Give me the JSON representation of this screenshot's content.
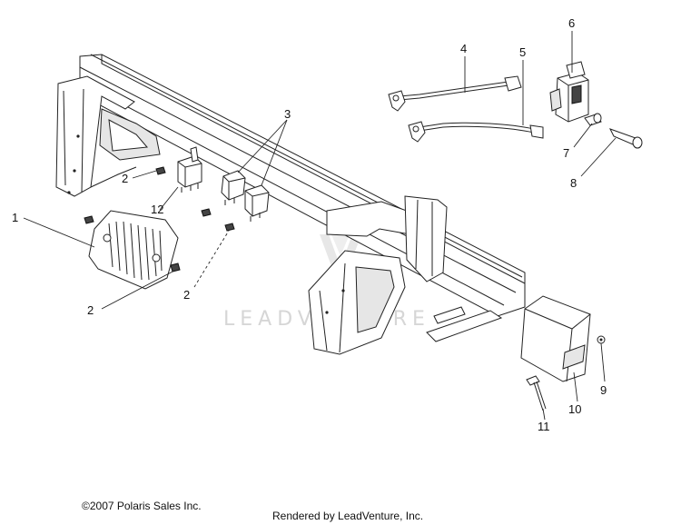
{
  "diagram": {
    "callouts": [
      {
        "id": "c1",
        "label": "1"
      },
      {
        "id": "c2a",
        "label": "2"
      },
      {
        "id": "c2b",
        "label": "2"
      },
      {
        "id": "c2c",
        "label": "2"
      },
      {
        "id": "c3",
        "label": "3"
      },
      {
        "id": "c4",
        "label": "4"
      },
      {
        "id": "c5",
        "label": "5"
      },
      {
        "id": "c6",
        "label": "6"
      },
      {
        "id": "c7",
        "label": "7"
      },
      {
        "id": "c8",
        "label": "8"
      },
      {
        "id": "c9",
        "label": "9"
      },
      {
        "id": "c10",
        "label": "10"
      },
      {
        "id": "c11",
        "label": "11"
      },
      {
        "id": "c12",
        "label": "12"
      }
    ]
  },
  "watermark": {
    "text": "LEADVENTURE"
  },
  "footer": {
    "copyright": "©2007 Polaris Sales Inc.",
    "rendered_by": "Rendered by LeadVenture, Inc."
  }
}
